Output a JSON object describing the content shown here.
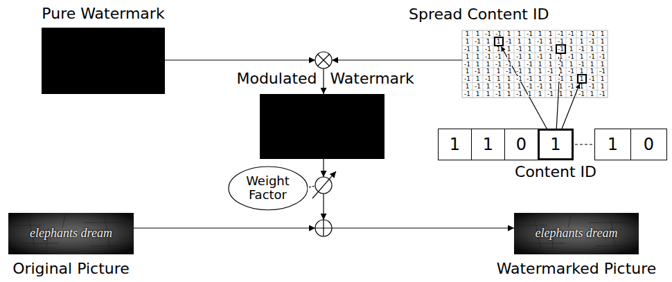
{
  "diagram": {
    "nodes": [
      {
        "text": [
          "Pure Watermark"
        ]
      },
      {
        "text": [
          "Spread Content ID"
        ]
      },
      {
        "text": [
          "1"
        ],
        "in": 1
      },
      {
        "text": [
          "-1"
        ],
        "in": 1
      },
      {
        "text": [
          "1"
        ],
        "in": 1
      },
      {
        "text": [
          "Modulated Watermark"
        ]
      },
      {
        "text": [
          "1"
        ]
      },
      {
        "text": [
          "1"
        ]
      },
      {
        "text": [
          "0"
        ]
      },
      {
        "text": [
          "1"
        ]
      },
      {
        "text": [
          "1"
        ]
      },
      {
        "text": [
          "0"
        ]
      },
      {
        "text": [
          "Weight Factor"
        ]
      },
      {
        "text": [
          "Original Picture"
        ]
      },
      {
        "text": [
          "Watermarked Picture"
        ]
      }
    ],
    "edges": [
      {
        "from": 9,
        "to": 2,
        "arrow": "to"
      },
      {
        "from": 9,
        "to": 3,
        "arrow": "to"
      },
      {
        "from": 9,
        "to": 4,
        "arrow": "to"
      }
    ],
    "labels": [
      "1",
      "1",
      "-1",
      "-1",
      "1",
      "1",
      "-1",
      "1",
      "1",
      "-1",
      "-1",
      "1",
      "-1",
      "1",
      "1",
      "-1",
      "1",
      "-1",
      "1",
      "1",
      "-1",
      "1",
      "-1",
      "1",
      "1",
      "-1",
      "1",
      "-1",
      "1",
      "-1",
      "1",
      "1",
      "-1",
      "1",
      "1",
      "-1",
      "1",
      "-1",
      "1",
      "1",
      "1",
      "1",
      "-1",
      "-1",
      "1",
      "-1",
      "1",
      "-1",
      "1",
      "1",
      "-1",
      "1",
      "-1",
      "-1",
      "-1",
      "1",
      "1",
      "-1",
      "-1",
      "1",
      "-1",
      "1",
      "1",
      "-1",
      "1",
      "-1",
      "1",
      "1",
      "1",
      "-1",
      "1",
      "1",
      "-1",
      "-1",
      "1",
      "1",
      "-1",
      "1",
      "-1",
      "1",
      "1",
      "-1",
      "-1",
      "1",
      "-1",
      "1",
      "1",
      "-1",
      "-1",
      "1",
      "1",
      "-1",
      "1",
      "-1",
      "1",
      "1",
      "-1",
      "1",
      "-1",
      "1",
      "1",
      "-1",
      "-1",
      "1",
      "1",
      "-1",
      "1",
      "-1",
      "1",
      "-1",
      "1",
      "1",
      "-1",
      "1",
      "-1",
      "1",
      "1",
      "-1",
      "1",
      "1",
      "-1",
      "1",
      "-1",
      "Content ID",
      "elephants dream",
      "elephants dream"
    ]
  }
}
